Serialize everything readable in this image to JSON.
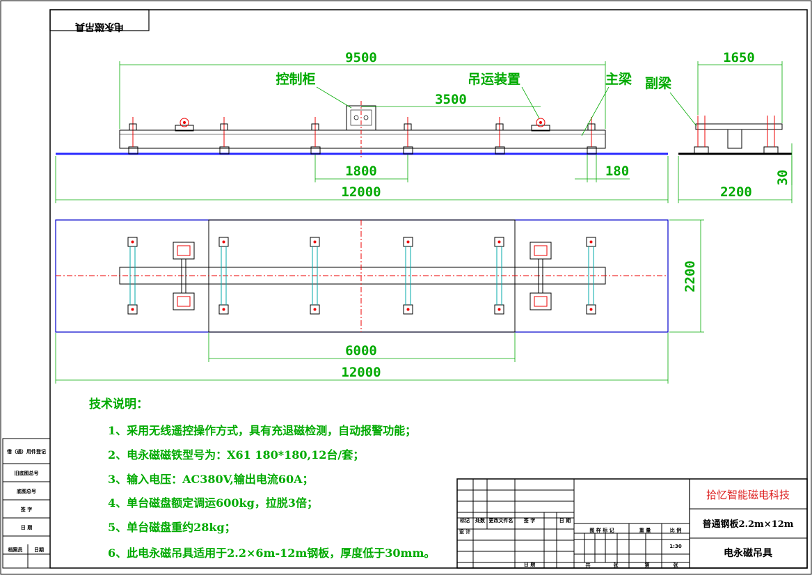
{
  "sheet": {
    "corner_title": "电永磁吊具"
  },
  "front_view": {
    "dim_total_top": "9500",
    "label_control_cabinet": "控制柜",
    "label_lifting_device": "吊运装置",
    "dim_3500": "3500",
    "label_main_beam": "主梁",
    "label_aux_beam": "副梁",
    "dim_1800": "1800",
    "dim_180": "180",
    "dim_12000": "12000"
  },
  "side_view": {
    "dim_1650": "1650",
    "dim_2200": "2200",
    "dim_30": "30"
  },
  "plan_view": {
    "dim_2200": "2200",
    "dim_6000": "6000",
    "dim_12000": "12000"
  },
  "notes": {
    "title": "技术说明：",
    "items": [
      "1、采用无线遥控操作方式，具有充退磁检测，自动报警功能；",
      "2、电永磁磁铁型号为：X61 180*180,12台/套；",
      "3、输入电压：AC380V,输出电流60A；",
      "4、单台磁盘额定调运600kg，拉脱3倍；",
      "5、单台磁盘重约28kg；",
      "6、此电永磁吊具适用于2.2×6m-12m钢板，厚度低于30mm。"
    ]
  },
  "left_strip": {
    "labels": [
      "借（通）用件登记",
      "旧底图总号",
      "底图总号",
      "签 字",
      "日 期",
      "档案员",
      "日期"
    ]
  },
  "title_block": {
    "company": "拾忆智能磁电科技",
    "spec": "普通钢板2.2m×12m",
    "drawing_name": "电永磁吊具",
    "scale": "1:30",
    "headers": [
      "标记",
      "处数",
      "更改文件名",
      "签 字",
      "日 期"
    ],
    "row_design": "设 计",
    "stage_labels": [
      "图 样 标 记",
      "重 量",
      "比 例"
    ],
    "date_label": "日 期",
    "sheets": [
      "共",
      "张",
      "第",
      "张"
    ]
  }
}
